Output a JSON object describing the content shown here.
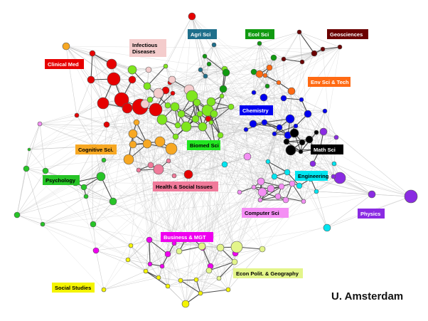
{
  "caption": "U. Amsterdam",
  "colors": {
    "background": "#ffffff",
    "edge_light": "#bdbdbd",
    "edge_dark": "#333333",
    "clinical_med": "#e60000",
    "infectious": "#f4cccc",
    "agri": "#1f6f8b",
    "ecol": "#109a10",
    "geo": "#6b0000",
    "env": "#ff6a13",
    "chem": "#0000f0",
    "math": "#000000",
    "cognitive": "#f7a823",
    "biomed": "#7fe61d",
    "psych": "#27c427",
    "health": "#f07a9a",
    "eng": "#00e5f0",
    "cs": "#f48ff4",
    "physics": "#8a2be2",
    "business": "#ef00ef",
    "econ": "#e3f58a",
    "social": "#f4f400"
  },
  "labels": [
    {
      "id": "clinical-med",
      "lines": [
        "Clinical Med"
      ],
      "bg": "#e60000",
      "fg": "#ffffff"
    },
    {
      "id": "infectious-diseases",
      "lines": [
        "Infectious",
        "Diseases"
      ],
      "bg": "#f4cccc",
      "fg": "#000000"
    },
    {
      "id": "agri-sci",
      "lines": [
        "Agri Sci"
      ],
      "bg": "#1f6f8b",
      "fg": "#ffffff"
    },
    {
      "id": "ecol-sci",
      "lines": [
        "Ecol Sci"
      ],
      "bg": "#109a10",
      "fg": "#ffffff"
    },
    {
      "id": "geosciences",
      "lines": [
        "Geosciences"
      ],
      "bg": "#6b0000",
      "fg": "#ffffff"
    },
    {
      "id": "env-sci-tech",
      "lines": [
        "Env Sci & Tech"
      ],
      "bg": "#ff6a13",
      "fg": "#ffffff"
    },
    {
      "id": "chemistry",
      "lines": [
        "Chemistry"
      ],
      "bg": "#0000f0",
      "fg": "#ffffff"
    },
    {
      "id": "math-sci",
      "lines": [
        "Math Sci"
      ],
      "bg": "#000000",
      "fg": "#ffffff"
    },
    {
      "id": "cognitive-sci",
      "lines": [
        "Cognitive Sci."
      ],
      "bg": "#f7a823",
      "fg": "#000000"
    },
    {
      "id": "biomed-sci",
      "lines": [
        "Biomed Sci"
      ],
      "bg": "#22e622",
      "fg": "#000000"
    },
    {
      "id": "psychology",
      "lines": [
        "Psychology"
      ],
      "bg": "#27c427",
      "fg": "#000000"
    },
    {
      "id": "health-social",
      "lines": [
        "Health & Social Issues"
      ],
      "bg": "#f07a9a",
      "fg": "#000000"
    },
    {
      "id": "engineering",
      "lines": [
        "Engineering"
      ],
      "bg": "#00e5f0",
      "fg": "#000000"
    },
    {
      "id": "computer-sci",
      "lines": [
        "Computer Sci"
      ],
      "bg": "#f48ff4",
      "fg": "#000000"
    },
    {
      "id": "physics",
      "lines": [
        "Physics"
      ],
      "bg": "#8a2be2",
      "fg": "#ffffff"
    },
    {
      "id": "business-mgt",
      "lines": [
        "Business & MGT"
      ],
      "bg": "#ef00ef",
      "fg": "#ffffff"
    },
    {
      "id": "econ-polit-geography",
      "lines": [
        "Econ Polit. & Geography"
      ],
      "bg": "#e3f58a",
      "fg": "#000000"
    },
    {
      "id": "social-studies",
      "lines": [
        "Social Studies"
      ],
      "bg": "#f4f400",
      "fg": "#000000"
    }
  ]
}
